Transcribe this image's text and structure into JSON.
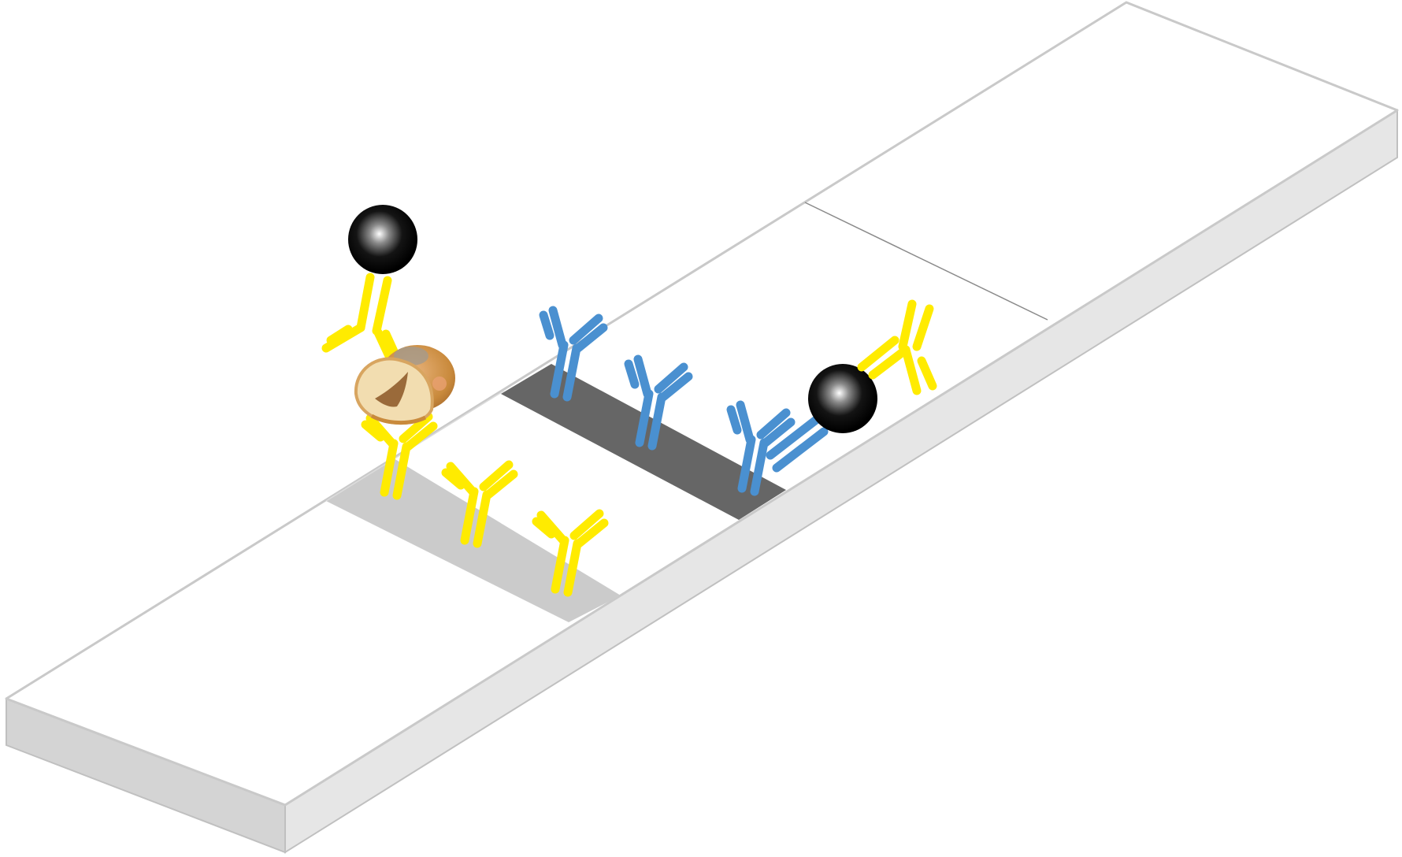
{
  "colors": {
    "background": "#ffffff",
    "strip_top": "#ffffff",
    "strip_outline": "#c9c9c9",
    "strip_front": "#e6e6e6",
    "strip_side": "#d0d0d0",
    "test_line": "#cbcbcb",
    "control_line": "#666666",
    "divider_line": "#888888",
    "detection_antibody": "#ffeb00",
    "capture_antibody": "#4a90d0",
    "gold_particle": "#000000",
    "hazelnut_shell": "#c98a3c",
    "hazelnut_kernel": "#f2ddb0"
  },
  "icons": {
    "antibody": "y-shaped-antibody-icon",
    "gold_particle": "black-sphere-icon",
    "allergen": "hazelnut-icon"
  },
  "elements": {
    "test_line_antibodies": 3,
    "control_line_antibodies": 3,
    "labeled_antibodies": 2,
    "hazelnut_allergens": 1
  }
}
